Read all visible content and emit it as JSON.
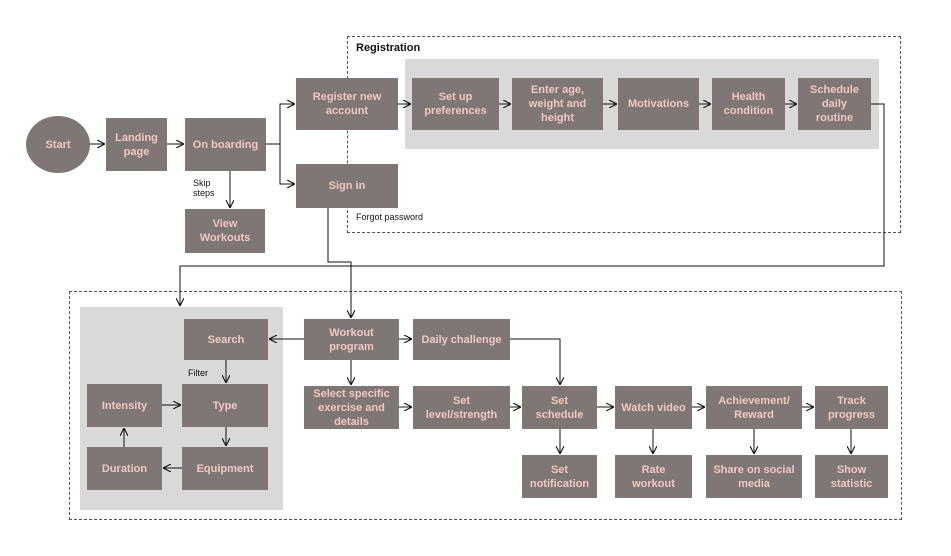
{
  "groups": {
    "registration": "Registration"
  },
  "nodes": {
    "start": "Start",
    "landing": "Landing page",
    "onboarding": "On boarding",
    "view_workouts": "View Workouts",
    "register": "Register new account",
    "sign_in": "Sign in",
    "preferences": "Set up preferences",
    "age": "Enter age, weight and height",
    "motivations": "Motivations",
    "health": "Health condition",
    "schedule_routine": "Schedule daily routine",
    "search": "Search",
    "type": "Type",
    "intensity": "Intensity",
    "duration": "Duration",
    "equipment": "Equipment",
    "workout_program": "Workout program",
    "daily_challenge": "Daily challenge",
    "select_exercise": "Select specific exercise and details",
    "set_level": "Set level/strength",
    "set_schedule": "Set schedule",
    "watch_video": "Watch video",
    "achievement": "Achievement/ Reward",
    "track_progress": "Track progress",
    "set_notification": "Set notification",
    "rate_workout": "Rate workout",
    "share_social": "Share on social media",
    "show_statistic": "Show statistic"
  },
  "edge_labels": {
    "skip_steps": "Skip steps",
    "forgot_password": "Forgot password",
    "filter": "Filter"
  },
  "colors": {
    "node_fill": "#7f7676",
    "node_text": "#f1c7c2",
    "panel": "#d9d9d9",
    "line": "#111111"
  }
}
